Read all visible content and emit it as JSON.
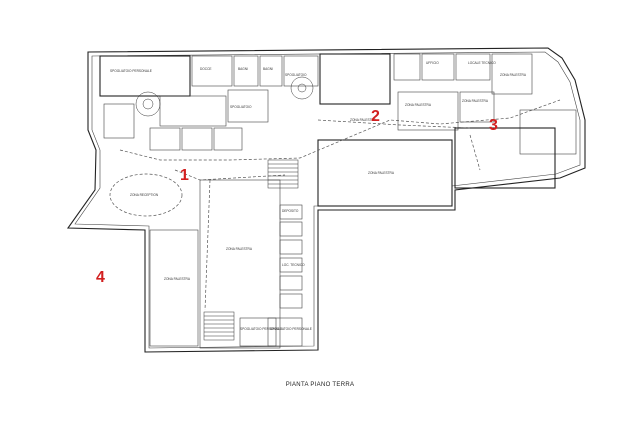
{
  "plan": {
    "caption": "PIANTA PIANO TERRA",
    "marker_color": "#d21f1f",
    "markers": [
      "1",
      "2",
      "3",
      "4"
    ],
    "rooms": [
      "SPOGLIATOIO PERSONALE",
      "DOCCE",
      "BAGNI",
      "BAGNI",
      "SPOGLIATOIO",
      "UFFICIO",
      "ZONA PALESTRA",
      "SPOGLIATOIO",
      "ZONA PALESTRA",
      "LOCALE TECNICO",
      "ZONA PALESTRA",
      "ZONA PALESTRA",
      "ZONA RECEPTION",
      "ZONA PALESTRA",
      "ZONA PALESTRA",
      "ZONA PALESTRA",
      "DEPOSITO",
      "LOC. TECNICO",
      "SPOGLIATOIO PERSONALE",
      "SPOGLIATOIO PERSONALE"
    ]
  }
}
